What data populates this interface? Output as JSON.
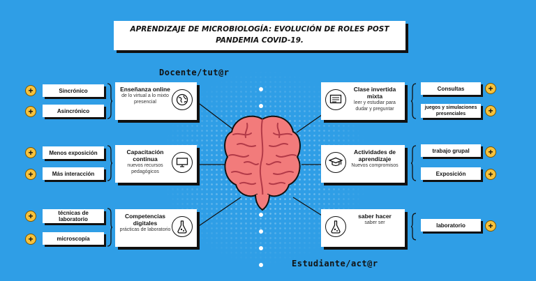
{
  "title": "APRENDIZAJE DE MICROBIOLOGÍA: EVOLUCIÓN DE ROLES POST PANDEMIA COVID-19.",
  "roles": {
    "top": "Docente/tut@r",
    "bottom": "Estudiante/act@r"
  },
  "plus_symbol": "+",
  "left_cards": [
    {
      "title": "Enseñanza online",
      "subtitle": "de lo virtual a lo mixto presencial",
      "icon": "globe-icon",
      "pills": [
        "Sincrónico",
        "Asincrónico"
      ]
    },
    {
      "title": "Capacitación continua",
      "subtitle": "nuevos recursos pedagógicos",
      "icon": "monitor-icon",
      "pills": [
        "Menos exposición",
        "Más interacción"
      ]
    },
    {
      "title": "Competencias digitales",
      "subtitle": "prácticas de laboratorio",
      "icon": "flask-icon",
      "pills": [
        "técnicas de laboratorio",
        "microscopía"
      ]
    }
  ],
  "right_cards": [
    {
      "title": "Clase invertida mixta",
      "subtitle": "leer y estudiar para dudar y preguntar",
      "icon": "document-icon",
      "pills": [
        "Consultas",
        "juegos y simulaciones presenciales"
      ]
    },
    {
      "title": "Actividades de aprendizaje",
      "subtitle": "Nuevos compromisos",
      "icon": "graduation-cap-icon",
      "pills": [
        "trabajo grupal",
        "Exposición"
      ]
    },
    {
      "title": "saber hacer",
      "subtitle": "saber ser",
      "icon": "flask-icon",
      "pills": [
        "laboratorio"
      ]
    }
  ],
  "colors": {
    "background": "#2f9ee6",
    "brain": "#f27b7b",
    "plus": "#f7c23b"
  }
}
